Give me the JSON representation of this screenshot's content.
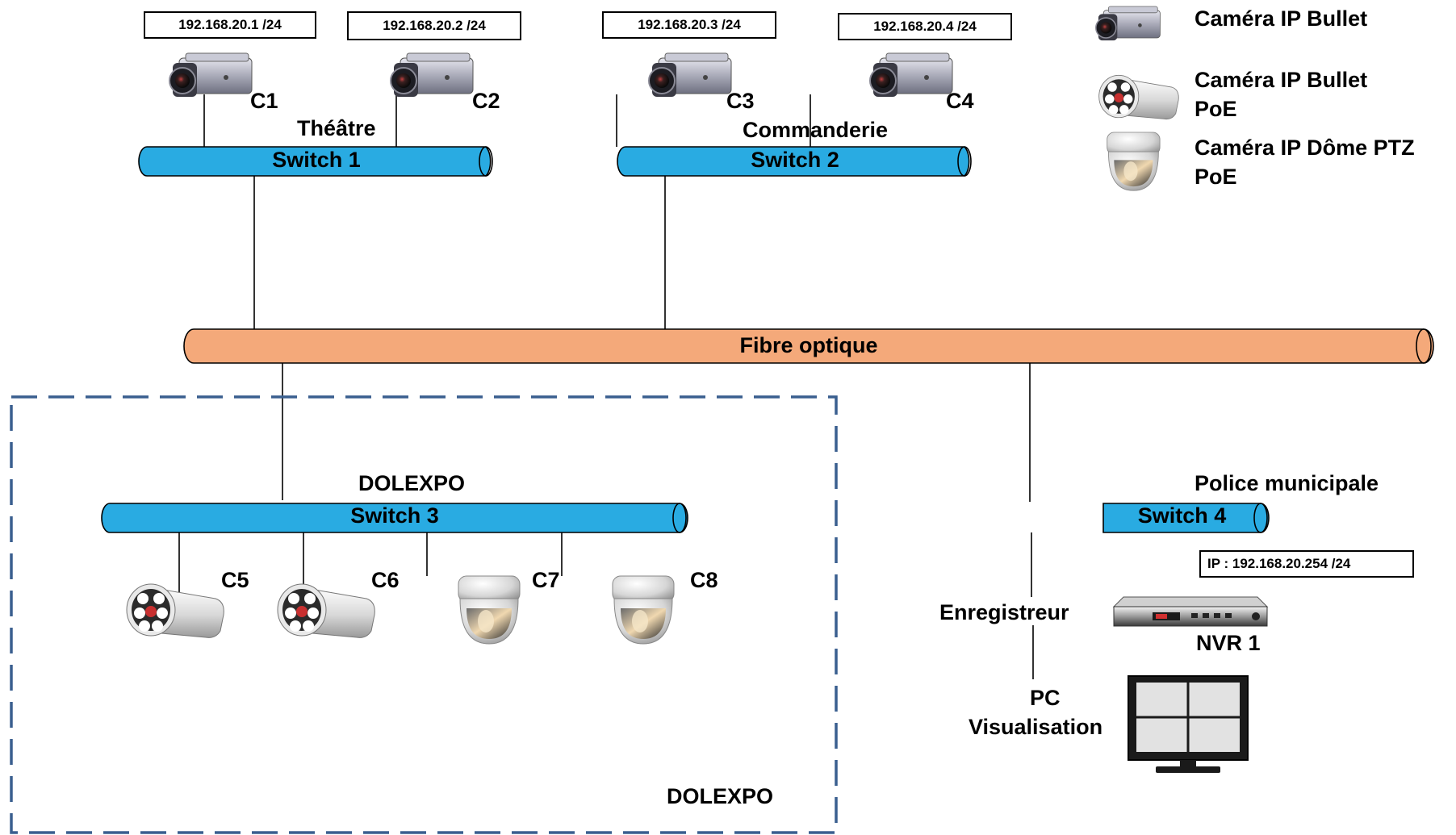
{
  "colors": {
    "switch_fill": "#29ABE2",
    "fibre_fill": "#F4A97A",
    "zone_border": "#3A5F8F",
    "line": "#000000"
  },
  "ip_labels": {
    "c1": "192.168.20.1 /24",
    "c2": "192.168.20.2 /24",
    "c3": "192.168.20.3 /24",
    "c4": "192.168.20.4 /24",
    "nvr": "IP : 192.168.20.254 /24"
  },
  "cameras": {
    "c1": "C1",
    "c2": "C2",
    "c3": "C3",
    "c4": "C4",
    "c5": "C5",
    "c6": "C6",
    "c7": "C7",
    "c8": "C8"
  },
  "sites": {
    "theatre": "Théâtre",
    "commanderie": "Commanderie",
    "dolexpo": "DOLEXPO",
    "police": "Police municipale",
    "zone": "DOLEXPO"
  },
  "switches": {
    "s1": "Switch 1",
    "s2": "Switch 2",
    "s3": "Switch 3",
    "s4": "Switch 4"
  },
  "backbone": "Fibre optique",
  "recorder": {
    "label": "Enregistreur",
    "name": "NVR 1"
  },
  "pc": {
    "line1": "PC",
    "line2": "Visualisation"
  },
  "legend": {
    "bullet": "Caméra IP Bullet",
    "bullet_poe_1": "Caméra IP Bullet",
    "bullet_poe_2": "PoE",
    "dome_1": "Caméra IP Dôme PTZ",
    "dome_2": "PoE"
  }
}
